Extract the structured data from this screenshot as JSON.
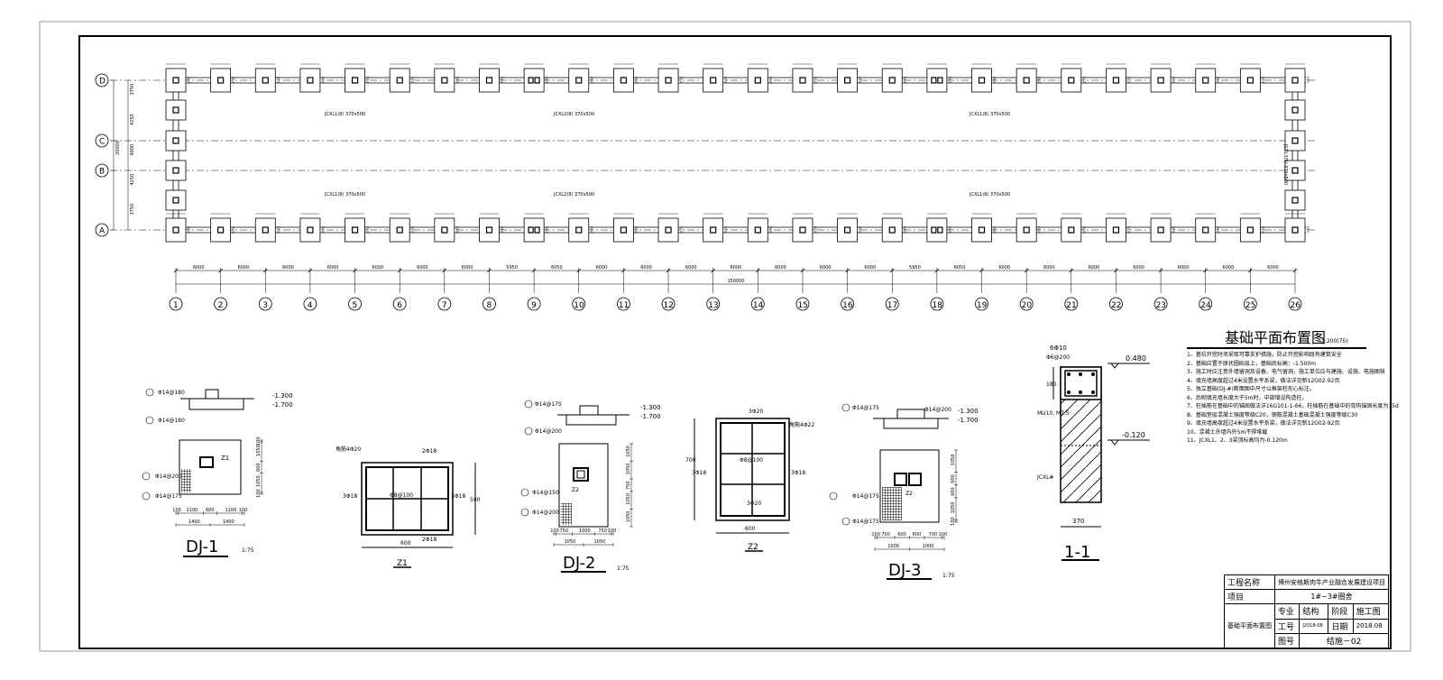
{
  "drawing": {
    "main_title": "基础平面布置图",
    "main_scale": "1:200(75)",
    "axis_rows": [
      "D",
      "C",
      "B",
      "A"
    ],
    "axis_cols": [
      "1",
      "2",
      "3",
      "4",
      "5",
      "6",
      "7",
      "8",
      "9",
      "10",
      "11",
      "12",
      "13",
      "14",
      "15",
      "16",
      "17",
      "18",
      "19",
      "20",
      "21",
      "22",
      "23",
      "24",
      "25",
      "26"
    ],
    "span_dims": [
      "6000",
      "6000",
      "6000",
      "6000",
      "6000",
      "6000",
      "6000",
      "5950",
      "6050",
      "6000",
      "6000",
      "6000",
      "6000",
      "6000",
      "6000",
      "6000",
      "5950",
      "6050",
      "6000",
      "6000",
      "6000",
      "6000",
      "6000",
      "6000",
      "6000"
    ],
    "total_dim": "150000",
    "row_dims": [
      "3750",
      "4250",
      "4000",
      "4250",
      "3750"
    ],
    "row_total": "20000",
    "beam_labels": [
      "JCXL1(8) 370x500",
      "JCXL2(8) 370x500",
      "JCXL1(8) 370x500",
      "JCXL1(8) 370x500",
      "JCXL2(8) 370x500",
      "JCXL1(8) 370x500",
      "JCXL3(5) 370x500"
    ],
    "footing_tag": "DJ-1",
    "footing_tag2": "DJ-2",
    "footing_tag3": "DJ-3"
  },
  "details": {
    "dj1": {
      "title": "DJ-1",
      "scale": "1:75",
      "rebars": [
        "Φ14@180",
        "Φ14@180",
        "Φ14@200",
        "Φ14@175"
      ],
      "elev1": "-1.300",
      "elev2": "-1.700",
      "col": "Z1",
      "dims_bottom": [
        "100",
        "1100",
        "600",
        "1100",
        "100"
      ],
      "dims_bottom2": [
        "1400",
        "1400"
      ],
      "dims_side": [
        "100",
        "1050",
        "600",
        "1050",
        "100"
      ]
    },
    "z1": {
      "title": "Z1",
      "labels": [
        "角筋4Φ20",
        "2Φ18",
        "3Φ18",
        "3Φ18",
        "Φ8@100",
        "2Φ18"
      ],
      "dim_w": "600",
      "dim_h": "500"
    },
    "dj2": {
      "title": "DJ-2",
      "scale": "1:75",
      "rebars": [
        "Φ14@175",
        "Φ14@200",
        "Φ14@150",
        "Φ14@200"
      ],
      "elev1": "-1.300",
      "elev2": "-1.700",
      "col": "Z2",
      "dims_bottom": [
        "100",
        "750",
        "1000",
        "750",
        "100"
      ],
      "dims_bottom2": [
        "1050",
        "1050"
      ],
      "dims_side": [
        "1050",
        "1050",
        "750",
        "1050",
        "1050"
      ]
    },
    "z2": {
      "title": "Z2",
      "labels": [
        "3Φ20",
        "角筋4Φ22",
        "Φ8@100",
        "3Φ18",
        "3Φ18",
        "3Φ20"
      ],
      "dim_w": "600",
      "dim_h": "700"
    },
    "dj3": {
      "title": "DJ-3",
      "scale": "1:75",
      "rebars": [
        "Φ14@175",
        "Φ14@200",
        "Φ14@175",
        "Φ14@175"
      ],
      "elev1": "-1.300",
      "elev2": "-1.700",
      "col": "Z2",
      "dims_bottom": [
        "100",
        "700",
        "600",
        "600",
        "700",
        "100"
      ],
      "dims_bottom2": [
        "1000",
        "1000"
      ],
      "dims_side": [
        "1050",
        "600",
        "600",
        "1050",
        "100"
      ]
    },
    "sec11": {
      "title": "1-1",
      "labels": [
        "6Φ10",
        "Φ6@200",
        "MU10, M7.5",
        "JCXL#"
      ],
      "elev_top": "0.480",
      "elev_bot": "-0.120",
      "dim_w": "370",
      "dim_h": "180"
    }
  },
  "notes": [
    "1、基坑开挖时须采取可靠支护措施，防止开挖影响既有建筑安全",
    "2、基础应置于原状圆砾层上，基础底标高：-1.500m",
    "3、施工时应注意外墙留洞及设备、电气留洞，施工单位应与建施、设施、电施图核",
    "4、填充墙高度超过4米设置水平系梁，做法详见新12G02-92页",
    "5、独立基础(DJ-#)断面图中尺寸以框架柱形心标注。",
    "6、后砌填充墙长度大于5m时，中部增设构造柱。",
    "7、柱插筋在基础中的锚固做法详16G101-1-66，柱插筋在基础中的弯钩锚固长度为15d",
    "8、基础垫层混凝土强度等级C20，钢筋混凝土基础混凝土强度等级C30",
    "9、填充墙高度超过4米设置水平系梁，做法详见新12G02-92页",
    "10、混凝土外墙内外5m不得堆载",
    "11、JCXL1、2、3梁顶标高均为-0.120m"
  ],
  "titleblock": {
    "project_label": "工程名称",
    "project_value": "博州安格斯肉牛产业融合发展建设项目",
    "item_label": "项目",
    "item_value": "1#~3#圈舍",
    "sheet_name": "基础平面布置图",
    "major_label": "专业",
    "major_value": "结构",
    "stage_label": "阶段",
    "stage_value": "施工图",
    "job_label": "工号",
    "job_value": "J2018-08",
    "date_label": "日期",
    "date_value": "2018.08",
    "sheet_label": "图号",
    "sheet_value": "结施－02"
  }
}
